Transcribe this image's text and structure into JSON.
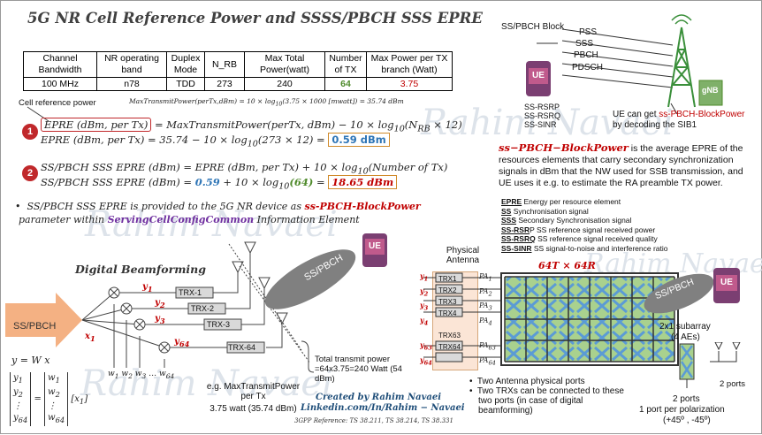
{
  "title": "5G NR Cell Reference Power and SSSS/PBCH SSS EPRE",
  "table": {
    "headers": [
      "Channel Bandwidth",
      "NR operating band",
      "Duplex Mode",
      "N_RB",
      "Max Total Power(watt)",
      "Number of TX",
      "Max Power per TX branch (Watt)"
    ],
    "row": [
      "100 MHz",
      "n78",
      "TDD",
      "273",
      "240",
      "64",
      "3.75"
    ]
  },
  "formula_small": {
    "left": "MaxTransmitPower(perTx,dBm) = 10 × log",
    "sub": "10",
    "mid": "(3.75 × 1000 [mwatt]) = 35.74 dBm"
  },
  "cell_ref_label": "Cell reference power",
  "step1": {
    "n": "1",
    "eq1_a": "EPRE (dBm, per Tx)",
    "eq1_b": " = MaxTransmitPower(perTx, dBm) − 10 × log",
    "eq1_sub": "10",
    "eq1_c": "(N",
    "eq1_csub": "RB",
    "eq1_d": " × 12)",
    "eq2_a": "EPRE (dBm, per Tx) = 35.74 − 10 × log",
    "eq2_sub": "10",
    "eq2_b": "(273 × 12) = ",
    "eq2_res": "0.59 dBm"
  },
  "step2": {
    "n": "2",
    "eq1_a": "SS/PBCH SSS EPRE (dBm) = EPRE (dBm, per Tx) + 10 × log",
    "eq1_sub": "10",
    "eq1_b": "(Number of Tx)",
    "eq2_a": "SS/PBCH SSS EPRE (dBm) = ",
    "eq2_v1": "0.59",
    "eq2_b": " + 10 × log",
    "eq2_sub": "10",
    "eq2_v2": "(64)",
    "eq2_c": " = ",
    "eq2_res": "18.65 dBm"
  },
  "bullet": {
    "a": "SS/PBCH SSS EPRE is provided to the 5G NR device as ",
    "b": "ss-PBCH-BlockPower",
    "c": "parameter within ",
    "d": "ServingCellConfigCommon",
    "e": " Information Element"
  },
  "beamforming": {
    "title": "Digital Beamforming",
    "input": "SS/PBCH",
    "bubble": "SS/PBCH",
    "x1": "x",
    "x1sub": "1",
    "y_labels": [
      "y",
      "y",
      "y",
      "y"
    ],
    "y_subs": [
      "1",
      "2",
      "3",
      "64"
    ],
    "trx": [
      "TRX-1",
      "TRX-2",
      "TRX-3",
      "TRX-64"
    ],
    "w_labels": [
      "w",
      "w",
      "w",
      "w"
    ],
    "w_subs": [
      "1",
      "2",
      "3",
      "64"
    ],
    "w_dots": "…",
    "eq_y": "y = W x",
    "total_power": "Total transmit power =64x3.75=240 Watt (54 dBm)",
    "eg_a": "e.g. MaxTransmitPower per Tx",
    "eg_b": "3.75 watt (35.74 dBm)",
    "ue": "UE"
  },
  "credits": {
    "line1": "Created by Rahim Navaei",
    "line2": "Linkedin.com/In/Rahim − Navaei",
    "line3": "3GPP Reference: TS 38.211, TS 38.214, TS 38.331"
  },
  "watermarks": [
    "Rahim Navaei",
    "Rahim Navaei",
    "Rahim Navaei",
    "Rahim Navaei"
  ],
  "right": {
    "block_label": "SS/PBCH Block",
    "channels": [
      "PSS",
      "SSS",
      "PBCH",
      "PDSCH"
    ],
    "ue": "UE",
    "gnb": "gNB",
    "ue_metrics": [
      "SS-RSRP",
      "SS-RSRQ",
      "SS-SINR"
    ],
    "ue_get_a": "UE can get ",
    "ue_get_b": "ss-PBCH-BlockPower",
    "ue_get_c": "by decoding the SIB1",
    "desc_a": "ss−PBCH−BlockPower",
    "desc_b": " is the average EPRE of the resources elements that carry secondary synchronization signals in dBm that the NW used for SSB transmission, and UE uses it e.g. to estimate the RA preamble TX power.",
    "glossary": [
      {
        "k": "EPRE",
        "v": " Energy per resource element"
      },
      {
        "k": "SS",
        "v": " Synchronisation signal"
      },
      {
        "k": "SSS",
        "v": " Secondary Synchronisation signal"
      },
      {
        "k": "SS-RSR",
        "v": "P SS reference signal received power"
      },
      {
        "k": "SS-RSRQ",
        "v": " SS reference signal received quality"
      },
      {
        "k": "SS-SINR",
        "v": " SS signal-to-noise and interference ratio"
      }
    ],
    "physical_antenna": "Physical Antenna",
    "array_label": "64T × 64R",
    "trx": [
      "TRX1",
      "TRX2",
      "TRX3",
      "TRX4",
      "TRX63",
      "TRX64"
    ],
    "pa": [
      "PA",
      "PA",
      "PA",
      "PA",
      "PA",
      "PA"
    ],
    "pa_subs": [
      "1",
      "2",
      "3",
      "4",
      "63",
      "64"
    ],
    "y": [
      "y",
      "y",
      "y",
      "y",
      "y",
      "y"
    ],
    "y_subs": [
      "1",
      "2",
      "3",
      "4",
      "63",
      "64"
    ],
    "bubble": "SS/PBCH",
    "subarray": "2x1 subarray",
    "subarray_aes": "(4 AEs)",
    "two_ports_a": "2 ports",
    "two_ports_b": "2 ports",
    "one_port": "1 port per polarization",
    "pol": "(+45º , -45º)",
    "bullets": [
      "Two Antenna physical ports",
      "Two TRXs can be connected to these two ports (in case of digital beamforming)"
    ]
  },
  "colors": {
    "red": "#c00000",
    "blue": "#2e75b6",
    "green": "#4e8a2a",
    "purple": "#7030a0",
    "badge": "#c0282b",
    "arrow": "#f4b183"
  }
}
